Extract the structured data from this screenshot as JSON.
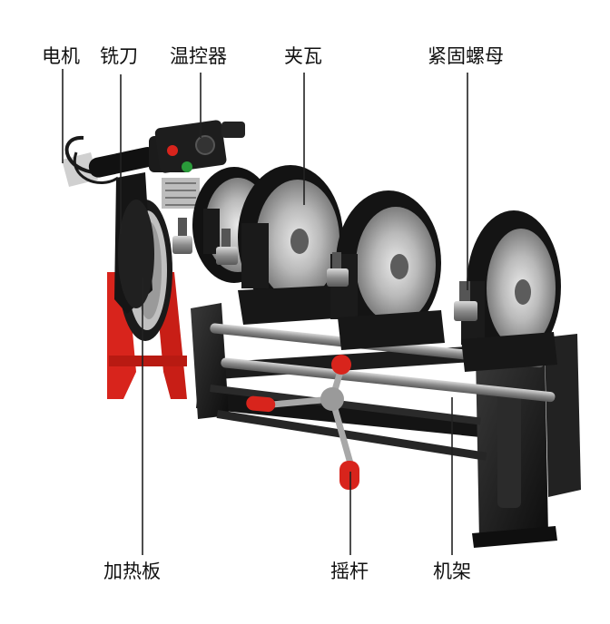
{
  "labels": {
    "motor": "电机",
    "mill_cutter": "铣刀",
    "temp_controller": "温控器",
    "clamp_shell": "夹瓦",
    "fastening_nut": "紧固螺母",
    "heating_plate": "加热板",
    "rocker_lever": "摇杆",
    "machine_frame": "机架"
  },
  "colors": {
    "machine_body": "#161616",
    "clamp_face": "#b8b8b8",
    "heater_frame": "#d8241c",
    "handle_grip": "#d8241c",
    "rail": "#8a8a8a",
    "leader_line": "#222222"
  }
}
